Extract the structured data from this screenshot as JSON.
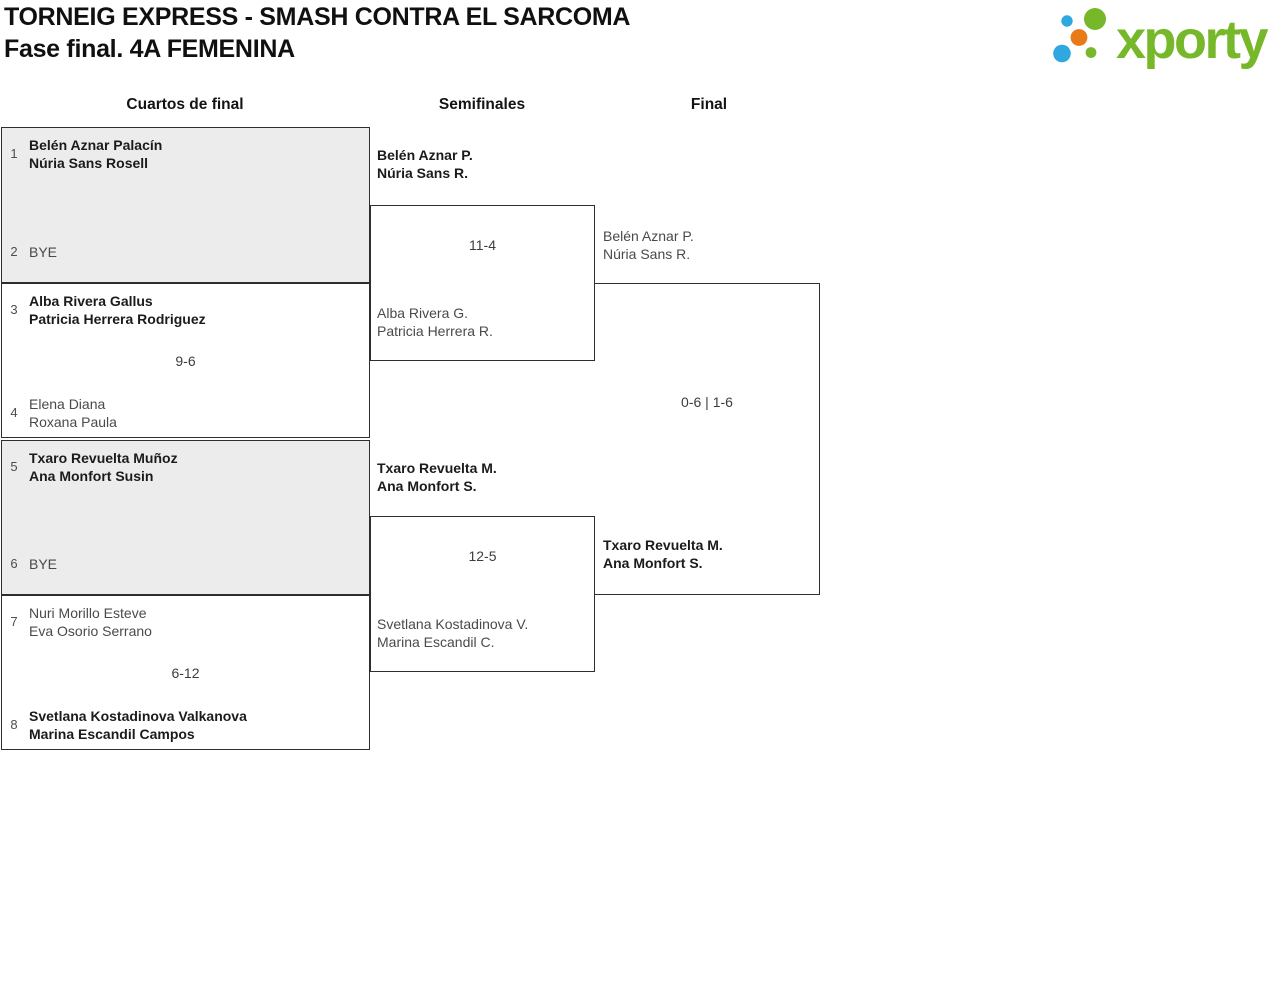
{
  "header": {
    "title_line1": "TORNEIG EXPRESS - SMASH CONTRA EL SARCOMA",
    "title_line2": "Fase final. 4A FEMENINA",
    "logo_text": "xporty",
    "logo_colors": {
      "green": "#76b82a",
      "blue": "#2fa8e0",
      "orange": "#e87a17"
    }
  },
  "columns": [
    {
      "label": "Cuartos de final"
    },
    {
      "label": "Semifinales"
    },
    {
      "label": "Final"
    }
  ],
  "bracket": {
    "quarterfinals": [
      {
        "seed1": "1",
        "team1": [
          "Belén Aznar Palacín",
          "Núria Sans Rosell"
        ],
        "team1_winner": true,
        "seed2": "2",
        "team2": [
          "BYE"
        ],
        "bye": true,
        "score": ""
      },
      {
        "seed1": "3",
        "team1": [
          "Alba Rivera Gallus",
          "Patricia Herrera Rodriguez"
        ],
        "team1_winner": true,
        "seed2": "4",
        "team2": [
          "Elena Diana",
          "Roxana Paula"
        ],
        "bye": false,
        "score": "9-6"
      },
      {
        "seed1": "5",
        "team1": [
          "Txaro Revuelta Muñoz",
          "Ana Monfort Susin"
        ],
        "team1_winner": true,
        "seed2": "6",
        "team2": [
          "BYE"
        ],
        "bye": true,
        "score": ""
      },
      {
        "seed1": "7",
        "team1": [
          "Nuri Morillo Esteve",
          "Eva Osorio Serrano"
        ],
        "team1_winner": false,
        "seed2": "8",
        "team2": [
          "Svetlana Kostadinova Valkanova",
          "Marina Escandil Campos"
        ],
        "team2_winner": true,
        "bye": false,
        "score": "6-12"
      }
    ],
    "semifinals": [
      {
        "team1": [
          "Belén Aznar P.",
          "Núria Sans R."
        ],
        "team1_winner": true,
        "score": "11-4",
        "team2": [
          "Alba Rivera G.",
          "Patricia Herrera R."
        ],
        "team2_winner": false
      },
      {
        "team1": [
          "Txaro Revuelta M.",
          "Ana Monfort S."
        ],
        "team1_winner": true,
        "score": "12-5",
        "team2": [
          "Svetlana Kostadinova V.",
          "Marina Escandil C."
        ],
        "team2_winner": false
      }
    ],
    "final": {
      "team1": [
        "Belén Aznar P.",
        "Núria Sans R."
      ],
      "team1_winner": false,
      "score": "0-6 | 1-6",
      "team2": [
        "Txaro Revuelta M.",
        "Ana Monfort S."
      ],
      "team2_winner": true
    }
  }
}
